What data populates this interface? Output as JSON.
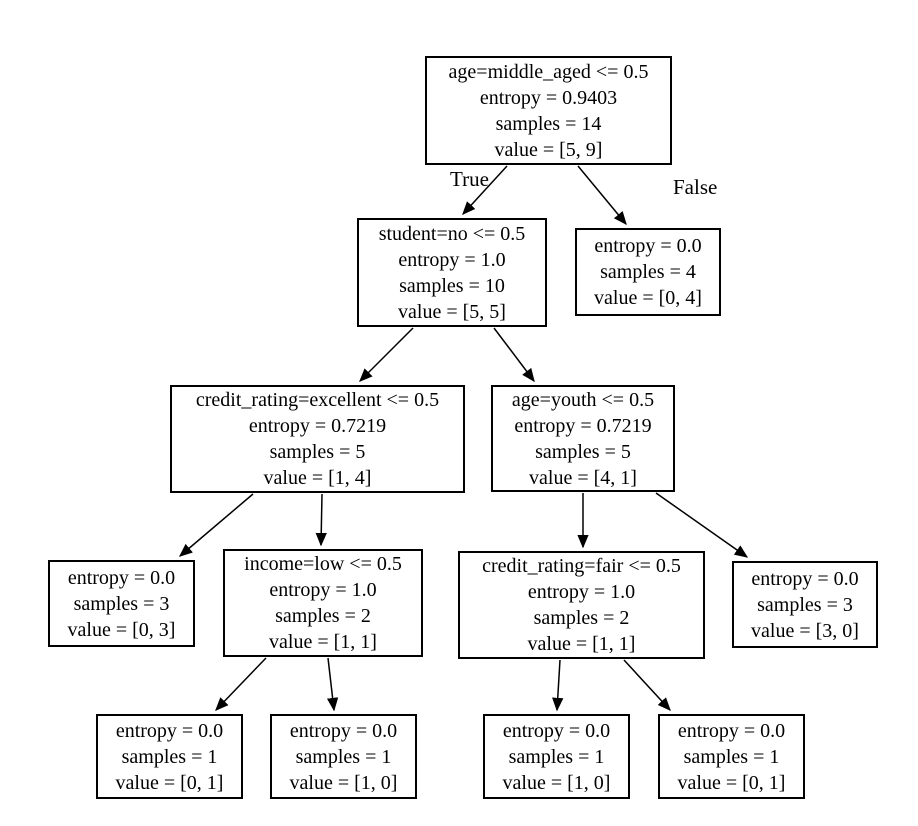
{
  "diagram": {
    "kind": "decision-tree",
    "background_color": "#ffffff",
    "node_border_color": "#000000",
    "text_color": "#000000",
    "edge_color": "#000000"
  },
  "tree": {
    "edge_labels": {
      "true_label": "True",
      "false_label": "False"
    },
    "nodes": [
      {
        "name": "root-age-middle-aged",
        "lines": [
          "age=middle_aged <= 0.5",
          "entropy = 0.9403",
          "samples = 14",
          "value = [5, 9]"
        ]
      },
      {
        "name": "student-no",
        "lines": [
          "student=no <= 0.5",
          "entropy = 1.0",
          "samples = 10",
          "value = [5, 5]"
        ]
      },
      {
        "name": "leaf-value-0-4",
        "lines": [
          "entropy = 0.0",
          "samples = 4",
          "value = [0, 4]"
        ]
      },
      {
        "name": "credit-rating-excellent",
        "lines": [
          "credit_rating=excellent <= 0.5",
          "entropy = 0.7219",
          "samples = 5",
          "value = [1, 4]"
        ]
      },
      {
        "name": "age-youth",
        "lines": [
          "age=youth <= 0.5",
          "entropy = 0.7219",
          "samples = 5",
          "value = [4, 1]"
        ]
      },
      {
        "name": "leaf-value-0-3",
        "lines": [
          "entropy = 0.0",
          "samples = 3",
          "value = [0, 3]"
        ]
      },
      {
        "name": "income-low",
        "lines": [
          "income=low <= 0.5",
          "entropy = 1.0",
          "samples = 2",
          "value = [1, 1]"
        ]
      },
      {
        "name": "credit-rating-fair",
        "lines": [
          "credit_rating=fair <= 0.5",
          "entropy = 1.0",
          "samples = 2",
          "value = [1, 1]"
        ]
      },
      {
        "name": "leaf-value-3-0",
        "lines": [
          "entropy = 0.0",
          "samples = 3",
          "value = [3, 0]"
        ]
      },
      {
        "name": "leaf-value-0-1-far-left",
        "lines": [
          "entropy = 0.0",
          "samples = 1",
          "value = [0, 1]"
        ]
      },
      {
        "name": "leaf-value-1-0-mid-left",
        "lines": [
          "entropy = 0.0",
          "samples = 1",
          "value = [1, 0]"
        ]
      },
      {
        "name": "leaf-value-1-0-mid-right",
        "lines": [
          "entropy = 0.0",
          "samples = 1",
          "value = [1, 0]"
        ]
      },
      {
        "name": "leaf-value-0-1-far-right",
        "lines": [
          "entropy = 0.0",
          "samples = 1",
          "value = [0, 1]"
        ]
      }
    ]
  }
}
